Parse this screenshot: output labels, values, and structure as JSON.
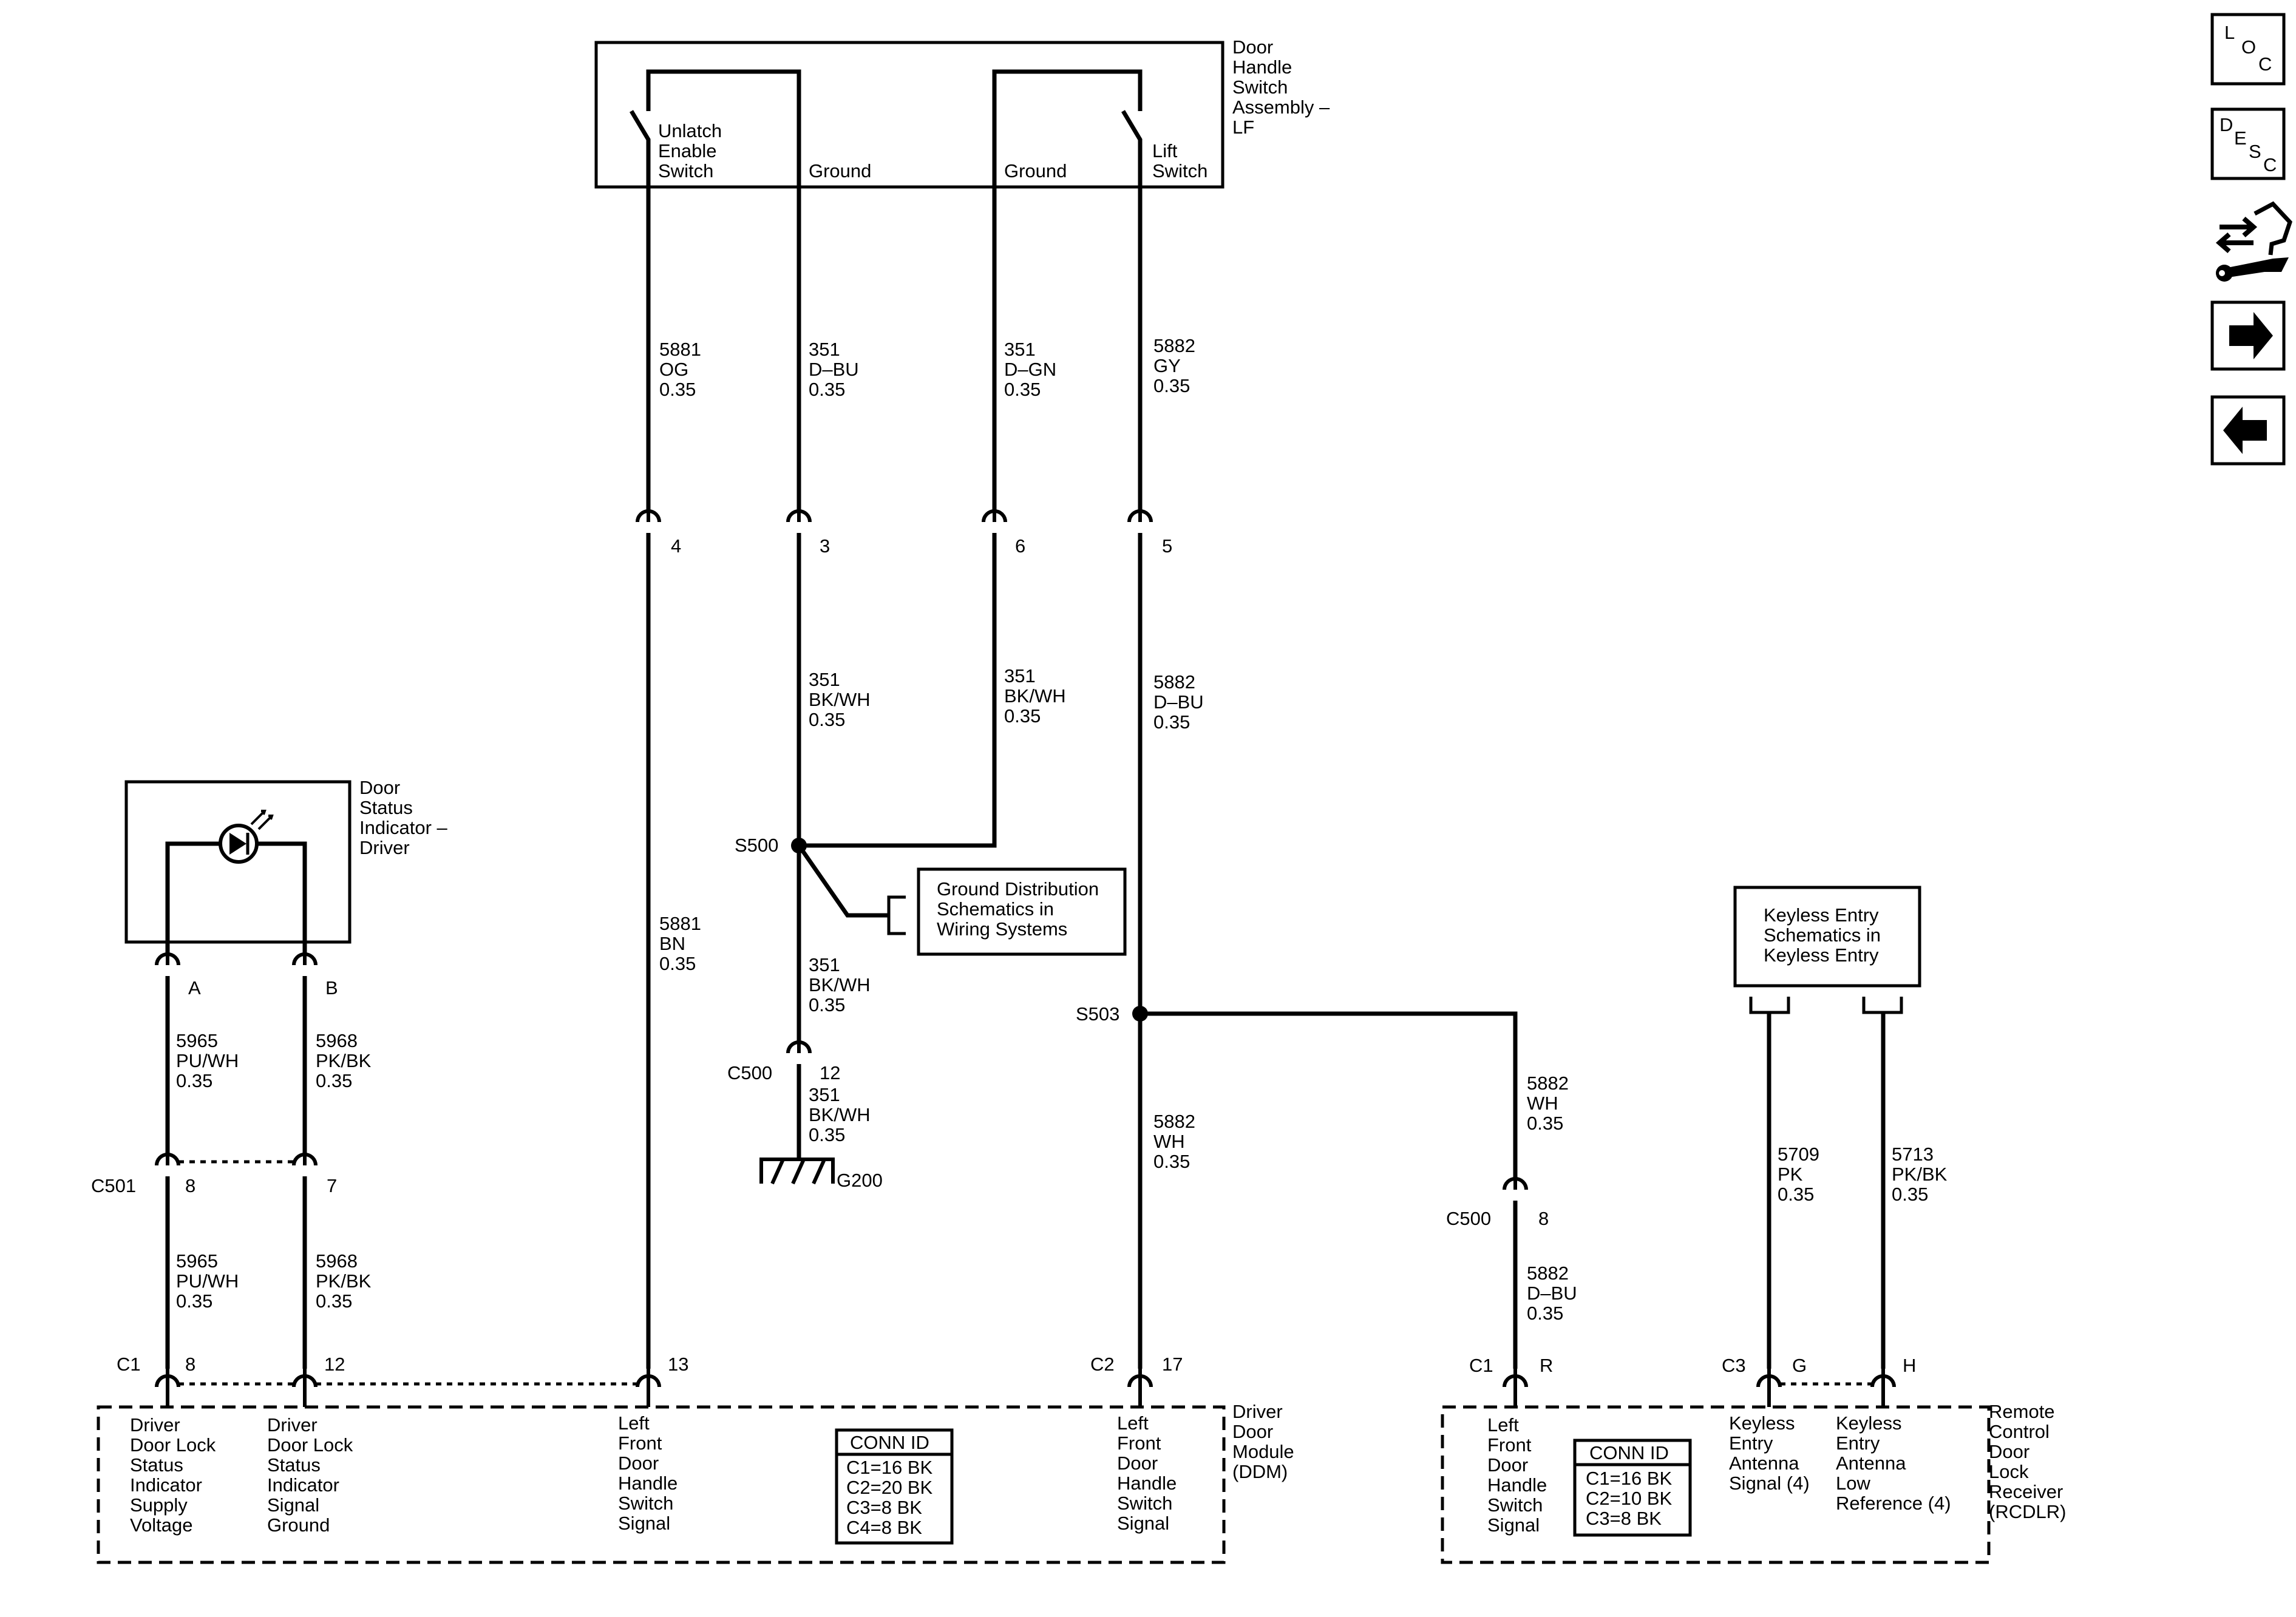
{
  "door_handle_switch": {
    "title": [
      "Door",
      "Handle",
      "Switch",
      "Assembly –",
      "LF"
    ],
    "unlatch_label": [
      "Unlatch",
      "Enable",
      "Switch"
    ],
    "ground_left_label": "Ground",
    "ground_right_label": "Ground",
    "lift_label": [
      "Lift",
      "Switch"
    ]
  },
  "wires_top": {
    "w1": [
      "5881",
      "OG",
      "0.35"
    ],
    "w2": [
      "351",
      "D–BU",
      "0.35"
    ],
    "w3": [
      "351",
      "D–GN",
      "0.35"
    ],
    "w4": [
      "5882",
      "GY",
      "0.35"
    ]
  },
  "pins_top": {
    "p1": "4",
    "p2": "3",
    "p3": "6",
    "p4": "5"
  },
  "wires_mid": {
    "w2": [
      "351",
      "BK/WH",
      "0.35"
    ],
    "w3": [
      "351",
      "BK/WH",
      "0.35"
    ],
    "w4": [
      "5882",
      "D–BU",
      "0.35"
    ],
    "w1": [
      "5881",
      "BN",
      "0.35"
    ]
  },
  "splices": {
    "s500": "S500",
    "s503": "S503"
  },
  "ground_ref": [
    "Ground Distribution",
    "Schematics in",
    "Wiring Systems"
  ],
  "ground_path": {
    "wire_a": [
      "351",
      "BK/WH",
      "0.35"
    ],
    "connector": "C500",
    "pin": "12",
    "wire_b": [
      "351",
      "BK/WH",
      "0.35"
    ],
    "ground": "G200"
  },
  "door_status_indicator": {
    "title": [
      "Door",
      "Status",
      "Indicator –",
      "Driver"
    ],
    "pin_a": "A",
    "pin_b": "B"
  },
  "indicator_wires": {
    "a_top": [
      "5965",
      "PU/WH",
      "0.35"
    ],
    "b_top": [
      "5968",
      "PK/BK",
      "0.35"
    ],
    "connector": "C501",
    "pin_a": "8",
    "pin_b": "7",
    "a_bottom": [
      "5965",
      "PU/WH",
      "0.35"
    ],
    "b_bottom": [
      "5968",
      "PK/BK",
      "0.35"
    ]
  },
  "ddm": {
    "title": [
      "Driver",
      "Door",
      "Module",
      "(DDM)"
    ],
    "c1": "C1",
    "pin8": "8",
    "pin12": "12",
    "pin13": "13",
    "c2": "C2",
    "pin17": "17",
    "label_supply": [
      "Driver",
      "Door Lock",
      "Status",
      "Indicator",
      "Supply",
      "Voltage"
    ],
    "label_signal_ground": [
      "Driver",
      "Door Lock",
      "Status",
      "Indicator",
      "Signal",
      "Ground"
    ],
    "label_lf_switch": [
      "Left",
      "Front",
      "Door",
      "Handle",
      "Switch",
      "Signal"
    ],
    "label_lf_handle": [
      "Left",
      "Front",
      "Door",
      "Handle",
      "Switch",
      "Signal"
    ],
    "conn_id": {
      "header": "CONN ID",
      "rows": [
        "C1=16 BK",
        "C2=20 BK",
        "C3=8 BK",
        "C4=8 BK"
      ]
    }
  },
  "s503_branch": {
    "wire_a": [
      "5882",
      "WH",
      "0.35"
    ],
    "wire_down": [
      "5882",
      "WH",
      "0.35"
    ],
    "connector": "C500",
    "pin": "8",
    "wire_b": [
      "5882",
      "D–BU",
      "0.35"
    ]
  },
  "keyless_ref": [
    "Keyless Entry",
    "Schematics in",
    "Keyless Entry"
  ],
  "keyless_wires": {
    "signal": [
      "5709",
      "PK",
      "0.35"
    ],
    "reference": [
      "5713",
      "PK/BK",
      "0.35"
    ]
  },
  "rcdlr": {
    "title": [
      "Remote",
      "Control",
      "Door",
      "Lock",
      "Receiver",
      "(RCDLR)"
    ],
    "c1": "C1",
    "pin_r": "R",
    "c3": "C3",
    "pin_g": "G",
    "pin_h": "H",
    "label_lf_switch": [
      "Left",
      "Front",
      "Door",
      "Handle",
      "Switch",
      "Signal"
    ],
    "label_antenna_signal": [
      "Keyless",
      "Entry",
      "Antenna",
      "Signal (4)"
    ],
    "label_antenna_ref": [
      "Keyless",
      "Entry",
      "Antenna",
      "Low",
      "Reference (4)"
    ],
    "conn_id": {
      "header": "CONN ID",
      "rows": [
        "C1=16 BK",
        "C2=10 BK",
        "C3=8 BK"
      ]
    }
  },
  "nav_buttons": {
    "loc": [
      "L",
      "O",
      "C"
    ],
    "desc": [
      "D",
      "E",
      "S",
      "C"
    ]
  }
}
